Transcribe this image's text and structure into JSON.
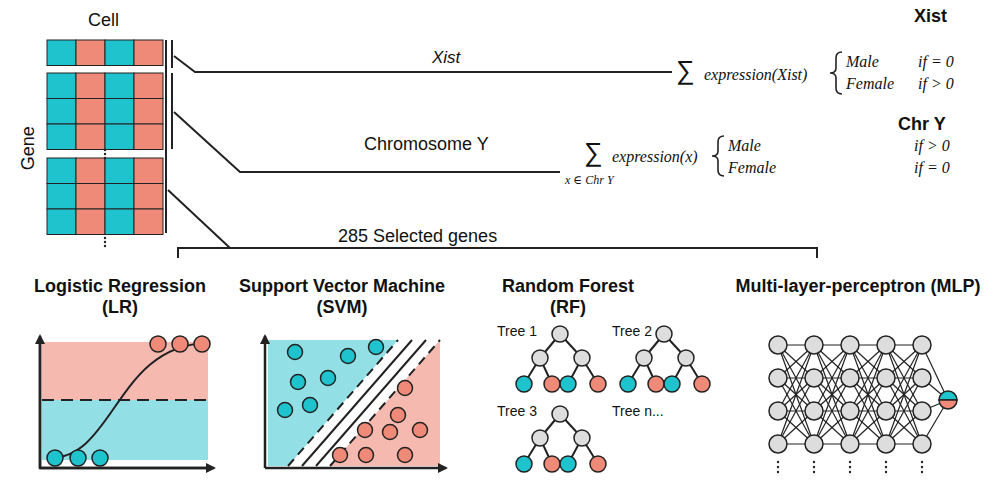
{
  "diagram": {
    "labels": [
      "Cell",
      "Gene",
      "Xist",
      "Chromosome Y",
      "285 Selected genes",
      "Xist",
      "Chr Y",
      "∑",
      "expression(Xist)",
      "Male",
      "if = 0",
      "Female",
      "if > 0",
      "∑",
      "x ∈ Chr Y",
      "expression(x)",
      "Male",
      "if > 0",
      "Female",
      "if = 0",
      "Logistic Regression (LR)",
      "Support Vector Machine (SVM)",
      "Random Forest (RF)",
      "Multi-layer-perceptron (MLP)",
      "Tree 1",
      "Tree 2",
      "Tree 3",
      "Tree n..."
    ]
  }
}
